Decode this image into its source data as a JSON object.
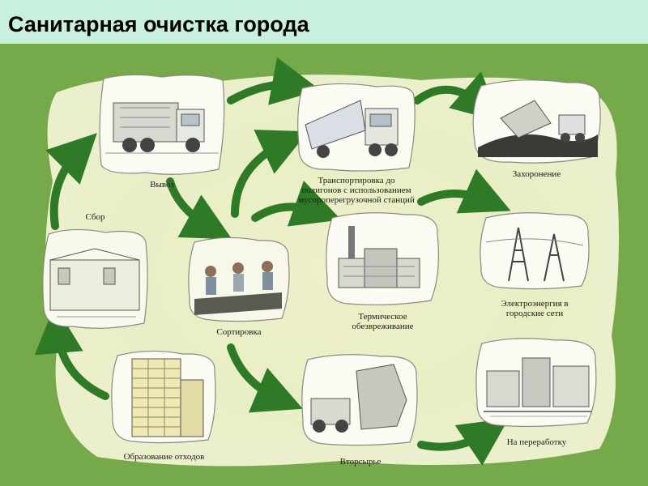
{
  "title": "Санитарная очистка города",
  "nodes": {
    "vyvoz": "Вывоз",
    "sbor": "Сбор",
    "transport": [
      "Транспортировка до",
      "полигонов с использованием",
      "мусороперегрузочной станций"
    ],
    "zahoronenie": "Захоронение",
    "termicheskoe": [
      "Термическое",
      "обезвреживание"
    ],
    "elektro": [
      "Электроэнергия в",
      "городские сети"
    ],
    "sortirovka": "Сортировка",
    "obrazovanie": "Образование отходов",
    "vtorsyrie": "Вторсырье",
    "pererabotka": "На переработку"
  },
  "icons": {
    "vyvoz": "garbage-truck-icon",
    "sbor": "collection-point-icon",
    "transport": "transport-truck-icon",
    "zahoronenie": "landfill-icon",
    "termicheskoe": "incineration-plant-icon",
    "elektro": "power-line-icon",
    "sortirovka": "sorting-workers-icon",
    "obrazovanie": "apartment-building-icon",
    "vtorsyrie": "recycled-materials-icon",
    "pererabotka": "recycling-factory-icon"
  },
  "colors": {
    "header": "#c9f0dc",
    "board": "#76a94a",
    "paper": "#f2f2d3",
    "arrow": "#2f7a27"
  }
}
